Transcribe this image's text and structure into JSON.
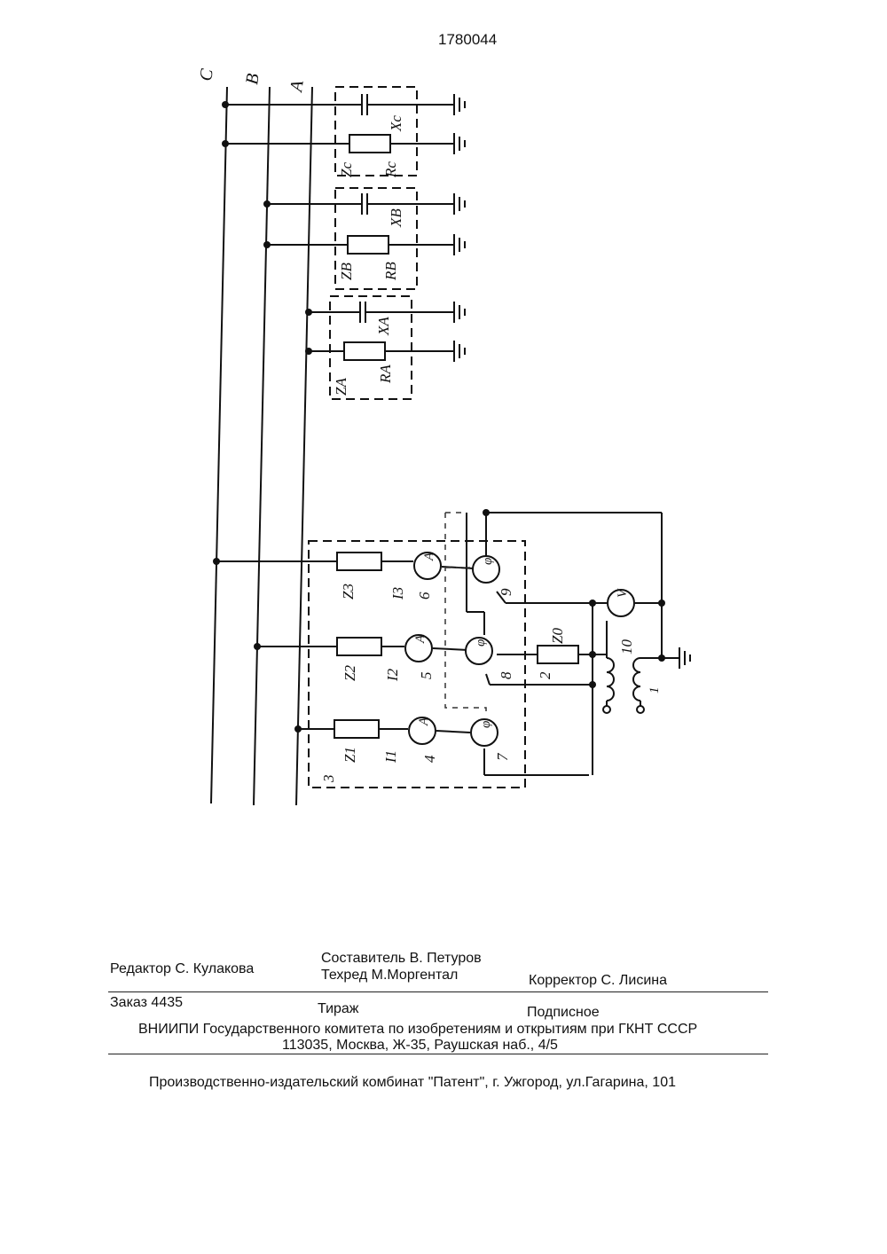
{
  "header": {
    "patent_number": "1780044"
  },
  "diagram": {
    "bus_labels": {
      "c": "C",
      "b": "B",
      "a": "A"
    },
    "phase_c": {
      "zone": "Zc",
      "capacitance": "Xc",
      "resistance": "Rc"
    },
    "phase_b": {
      "zone": "ZB",
      "capacitance": "XB",
      "resistance": "RB"
    },
    "phase_a": {
      "zone": "ZA",
      "capacitance": "XA",
      "resistance": "RA"
    },
    "device": {
      "block_number": "3",
      "z3": "Z3",
      "i3": "I3",
      "ammeter3_num": "6",
      "z2": "Z2",
      "i2": "I2",
      "ammeter2_num": "5",
      "z1": "Z1",
      "i1": "I1",
      "ammeter1_num": "4",
      "ammeter_symbol": "A",
      "phase_symbol": "φ",
      "voltmeter_symbol": "V",
      "phasemeter3_num": "9",
      "phasemeter2_num": "8",
      "phasemeter1_num": "7",
      "z0": "Z0",
      "z0_num": "2",
      "transformer_num": "10",
      "source_num": "1"
    }
  },
  "footer": {
    "editor": "Редактор  С. Кулакова",
    "compiler": "Составитель  В. Петуров",
    "techred": "Техред М.Моргентал",
    "corrector": "Корректор   С. Лисина",
    "order": "Заказ  4435",
    "circulation": "Тираж",
    "subscription": "Подписное",
    "org_line": "ВНИИПИ Государственного комитета по изобретениям и открытиям при ГКНТ СССР",
    "address": "113035, Москва, Ж-35, Раушская наб., 4/5",
    "publisher": "Производственно-издательский комбинат \"Патент\", г. Ужгород, ул.Гагарина, 101"
  }
}
